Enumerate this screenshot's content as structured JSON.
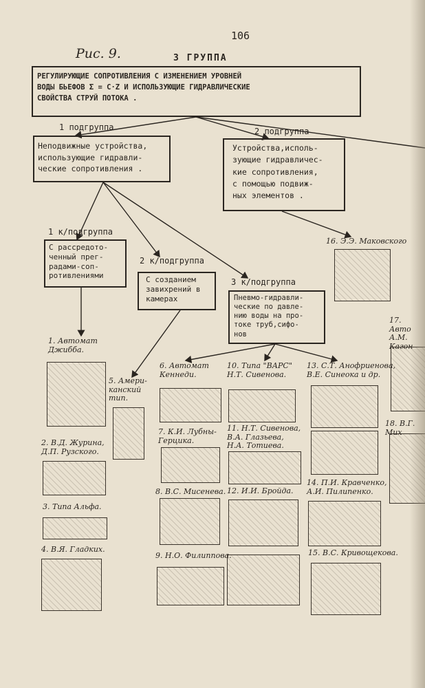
{
  "page_number": "106",
  "figure_label": "Рис. 9.",
  "group_title": "3 ГРУППА",
  "main_box": "РЕГУЛИРУЮЩИЕ СОПРОТИВЛЕНИЯ С ИЗМЕНЕНИЕМ УРОВНЕЙ\nВОДЫ БЬЕФОВ  Σ = C·Z      И ИСПОЛЬЗУЮЩИЕ ГИДРАВЛИЧЕСКИЕ\nСВОЙСТВА СТРУЙ ПОТОКА .",
  "subgroups": {
    "sub1_label": "1 подгруппа",
    "sub1_box": "Неподвижные устройства,\nиспользующие гидравли-\nческие сопротивления .",
    "sub2_label": "2 подгруппа",
    "sub2_box": "Устройства,исполь-\nзующие гидравличес-\nкие сопротивления,\nс помощью подвиж-\nных элементов ."
  },
  "ksubgroups": {
    "k1_label": "1 к/подгруппа",
    "k1_box": "С рассредото-\nченный прег-\nрадами-соп-\nротивлениями",
    "k2_label": "2 к/подгруппа",
    "k2_box": "С созданием\nзавихрений в\nкамерах",
    "k3_label": "3 к/подгруппа",
    "k3_box": "Пневмо-гидравли-\nческие по давле-\nнию воды на про-\nтоке труб,сифо-\nнов"
  },
  "devices": {
    "d1": "1. Автомат\nДжибба.",
    "d2": "2. В.Д. Журина,\nД.П. Рузского.",
    "d3": "3. Типа Альфа.",
    "d4": "4. В.Я. Гладких.",
    "d5": "5. Амери-\nканский\nтип.",
    "d6": "6. Автомат\nКеннеди.",
    "d7": "7. К.И. Лубны-\nГерцика.",
    "d8": "8. В.С. Мисенева.",
    "d9": "9. Н.О. Филиппова.",
    "d10": "10. Типа \"ВАРС\"\nН.Т. Сивенова.",
    "d11": "11. Н.Т. Сивенова,\nВ.А. Глазьева,\nН.А. Тотиева.",
    "d12": "12. И.И. Бройда.",
    "d13": "13. С.Т. Анофриенова,\nВ.Е. Синеока и др.",
    "d14": "14. П.И. Кравченко,\nА.И. Пилипенко.",
    "d15": "15. В.С. Кривощекова.",
    "d16": "16. Э.Э. Маковского",
    "d17": "17. Авто\nА.М. Кагон",
    "d18": "18. В.Г. Мих"
  }
}
